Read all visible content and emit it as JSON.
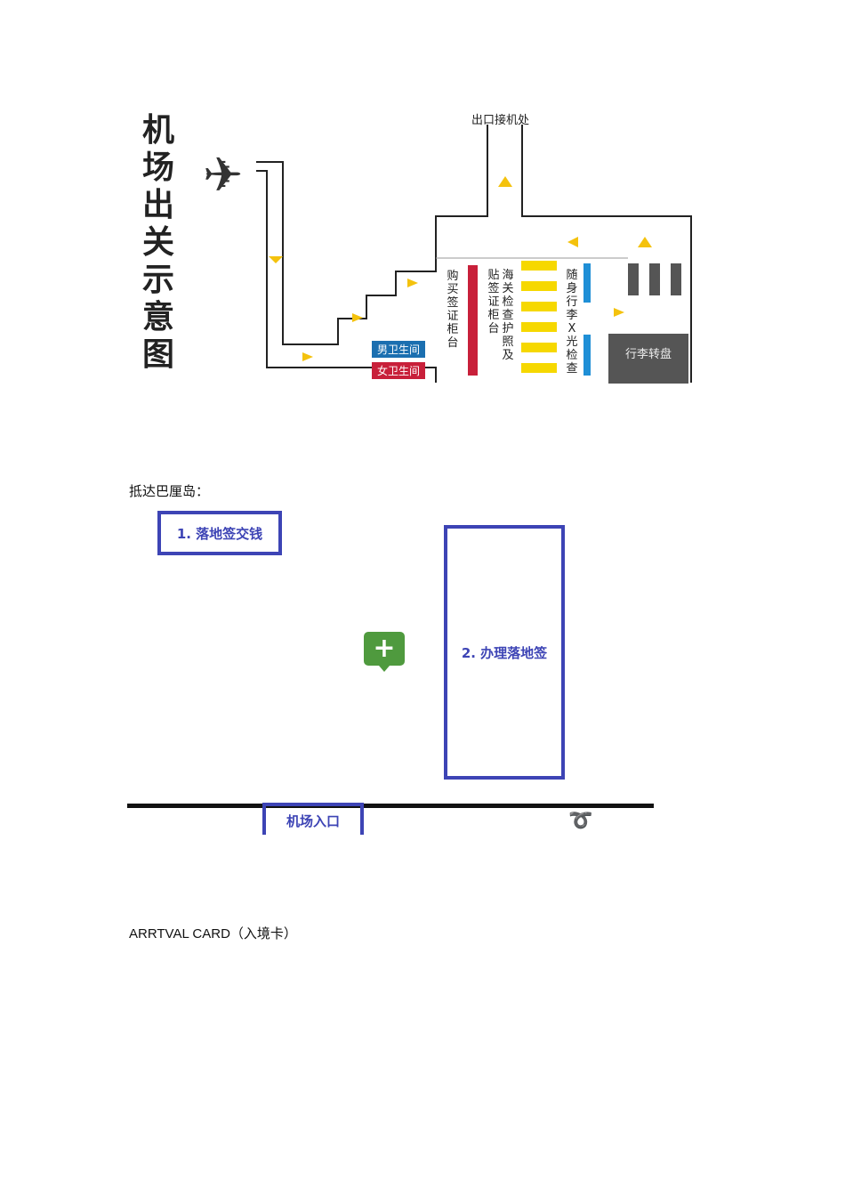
{
  "diagram": {
    "title_chars": [
      "机",
      "场",
      "出",
      "关",
      "示",
      "意",
      "图"
    ],
    "exit_label": "出口接机处",
    "men_restroom": "男卫生间",
    "women_restroom": "女卫生间",
    "buy_visa_counter": [
      "购",
      "买",
      "签",
      "证",
      "柜",
      "台"
    ],
    "stick_visa_counter": [
      "贴",
      "签",
      "证",
      "柜",
      "台"
    ],
    "customs_passport": [
      "海",
      "关",
      "检",
      "查",
      "护",
      "照",
      "及"
    ],
    "baggage_xray": [
      "随",
      "身",
      "行",
      "李",
      "X",
      "光",
      "检",
      "查"
    ],
    "baggage_carousel": "行李转盘",
    "colors": {
      "arrow": "#f4c20d",
      "men": "#1b6fb0",
      "women": "#c8203a",
      "counter_red": "#c8203a",
      "customs_yellow": "#f6d800",
      "xray_blue": "#1f8fd6",
      "carousel": "#555555"
    }
  },
  "paragraph1": "抵达巴厘岛：",
  "flow": {
    "step1": "1. 落地签交钱",
    "step2": "2. 办理落地签",
    "entrance": "机场入口",
    "plus_icon": "plus-location-icon",
    "accent": "#3d44b5"
  },
  "paragraph2": "ARRTVAL CARD（入境卡）"
}
